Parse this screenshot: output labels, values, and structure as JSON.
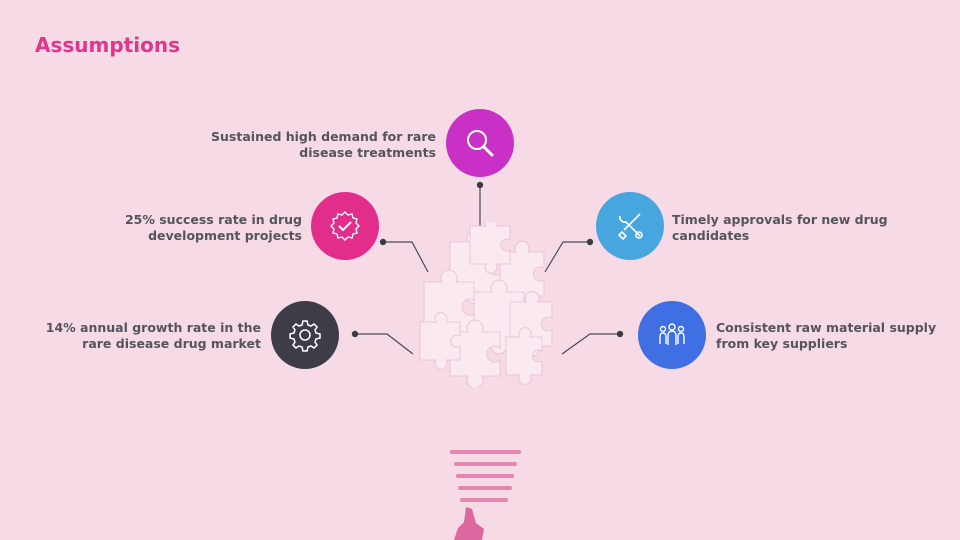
{
  "slide": {
    "title": "Assumptions"
  },
  "assumptions": [
    {
      "label_line1": "Sustained high demand for rare",
      "label_line2": "disease treatments",
      "icon": "magnifier-icon",
      "color": "#c931c6"
    },
    {
      "label_line1": "25% success rate in drug",
      "label_line2": "development projects",
      "icon": "badge-check-icon",
      "color": "#e22d8a"
    },
    {
      "label_line1": "14% annual growth rate in the",
      "label_line2": "rare disease drug market",
      "icon": "gear-icon",
      "color": "#3e3c46"
    },
    {
      "label_line1": "Timely approvals for new drug",
      "label_line2": "candidates",
      "icon": "tools-icon",
      "color": "#48a6df"
    },
    {
      "label_line1": "Consistent raw material supply",
      "label_line2": "from key suppliers",
      "icon": "people-icon",
      "color": "#3f6fe2"
    }
  ],
  "colors": {
    "background": "#f6dbe7",
    "title": "#e6338c",
    "text": "#55545d",
    "puzzle": "#fbe9f1",
    "stripes": "#e586b0"
  }
}
